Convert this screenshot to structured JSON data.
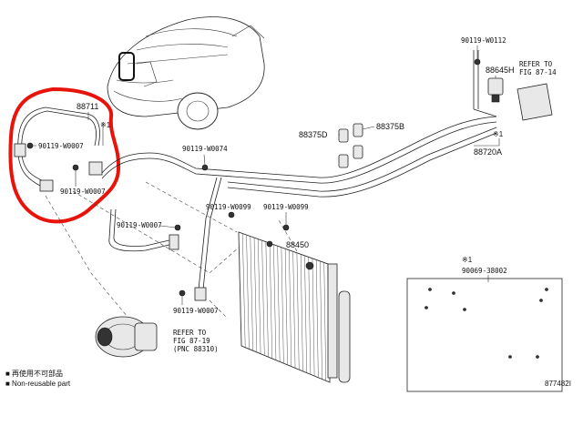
{
  "labels": {
    "p88711": "88711",
    "p90119_w0007_a": "90119-W0007",
    "p90119_w0007_b": "90119-W0007",
    "p90119_w0007_c": "90119-W0007",
    "p90119_w0007_d": "90119-W0007",
    "p90119_w0074": "90119-W0074",
    "p90119_w0099_a": "90119-W0099",
    "p90119_w0099_b": "90119-W0099",
    "p90119_w0112": "90119-W0112",
    "p88645h": "88645H",
    "p88375d": "88375D",
    "p88375b": "88375B",
    "p88720a": "88720A",
    "p88450": "88450",
    "p90069_38002": "90069-38002",
    "note_star1_top": "※1",
    "note_star1_b": "※1",
    "note_star1_c": "※1"
  },
  "refs": {
    "ref_fig_87_14": [
      "REFER TO",
      "FIG 87-14"
    ],
    "ref_fig_87_19": [
      "REFER TO",
      "FIG 87-19",
      "(PNC 88310)"
    ]
  },
  "legend": {
    "japanese": "■ 再使用不可部品",
    "english": "■ Non-reusable part"
  },
  "figure_id": "877482I",
  "colors": {
    "highlight": "#e8140c",
    "line": "#222222"
  }
}
